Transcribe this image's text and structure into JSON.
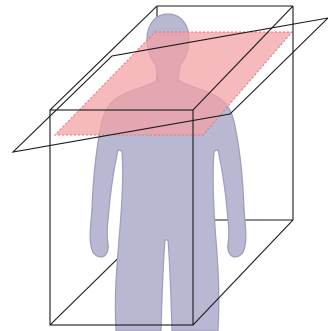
{
  "diagram": {
    "subject": "human-body-silhouette",
    "box": "wireframe-cuboid",
    "plane": "transverse-plane",
    "colors": {
      "background": "#ffffff",
      "body_fill": "#b9b8d3",
      "body_stroke": "#9d9cbd",
      "box_stroke": "#1a1a1a",
      "plane_fill": "#f3a1a6",
      "plane_stroke": "#e0707a"
    }
  }
}
